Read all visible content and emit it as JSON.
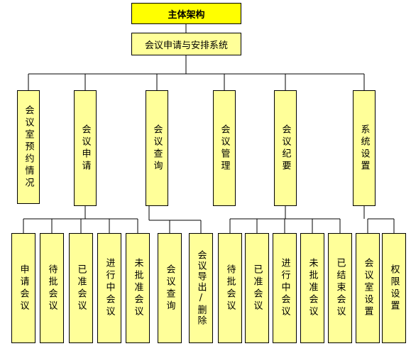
{
  "title": "主体架构",
  "system": "会议申请与安排系统",
  "level1": [
    {
      "id": "n1",
      "label": "会议室预约情况"
    },
    {
      "id": "n2",
      "label": "会议申请"
    },
    {
      "id": "n3",
      "label": "会议查询"
    },
    {
      "id": "n4",
      "label": "会议管理"
    },
    {
      "id": "n5",
      "label": "会议纪要"
    },
    {
      "id": "n6",
      "label": "系统设置"
    }
  ],
  "level2": [
    {
      "parent": "n2",
      "label": "申请会议"
    },
    {
      "parent": "n2",
      "label": "待批会议"
    },
    {
      "parent": "n2",
      "label": "已准会议"
    },
    {
      "parent": "n2",
      "label": "进行中会议"
    },
    {
      "parent": "n2",
      "label": "未批准会议"
    },
    {
      "parent": "n3",
      "label": "会议查询"
    },
    {
      "parent": "n3",
      "label": "会议导出/删除"
    },
    {
      "parent": "n5",
      "label": "待批会议"
    },
    {
      "parent": "n5",
      "label": "已准会议"
    },
    {
      "parent": "n5",
      "label": "进行中会议"
    },
    {
      "parent": "n5",
      "label": "未批准会议"
    },
    {
      "parent": "n5",
      "label": "已结束会议"
    },
    {
      "parent": "n6",
      "label": "会议室设置"
    },
    {
      "parent": "n6",
      "label": "权限设置"
    }
  ],
  "colors": {
    "title_fill": "#ffff00",
    "box_fill": "#ffff99",
    "line": "#000000"
  }
}
